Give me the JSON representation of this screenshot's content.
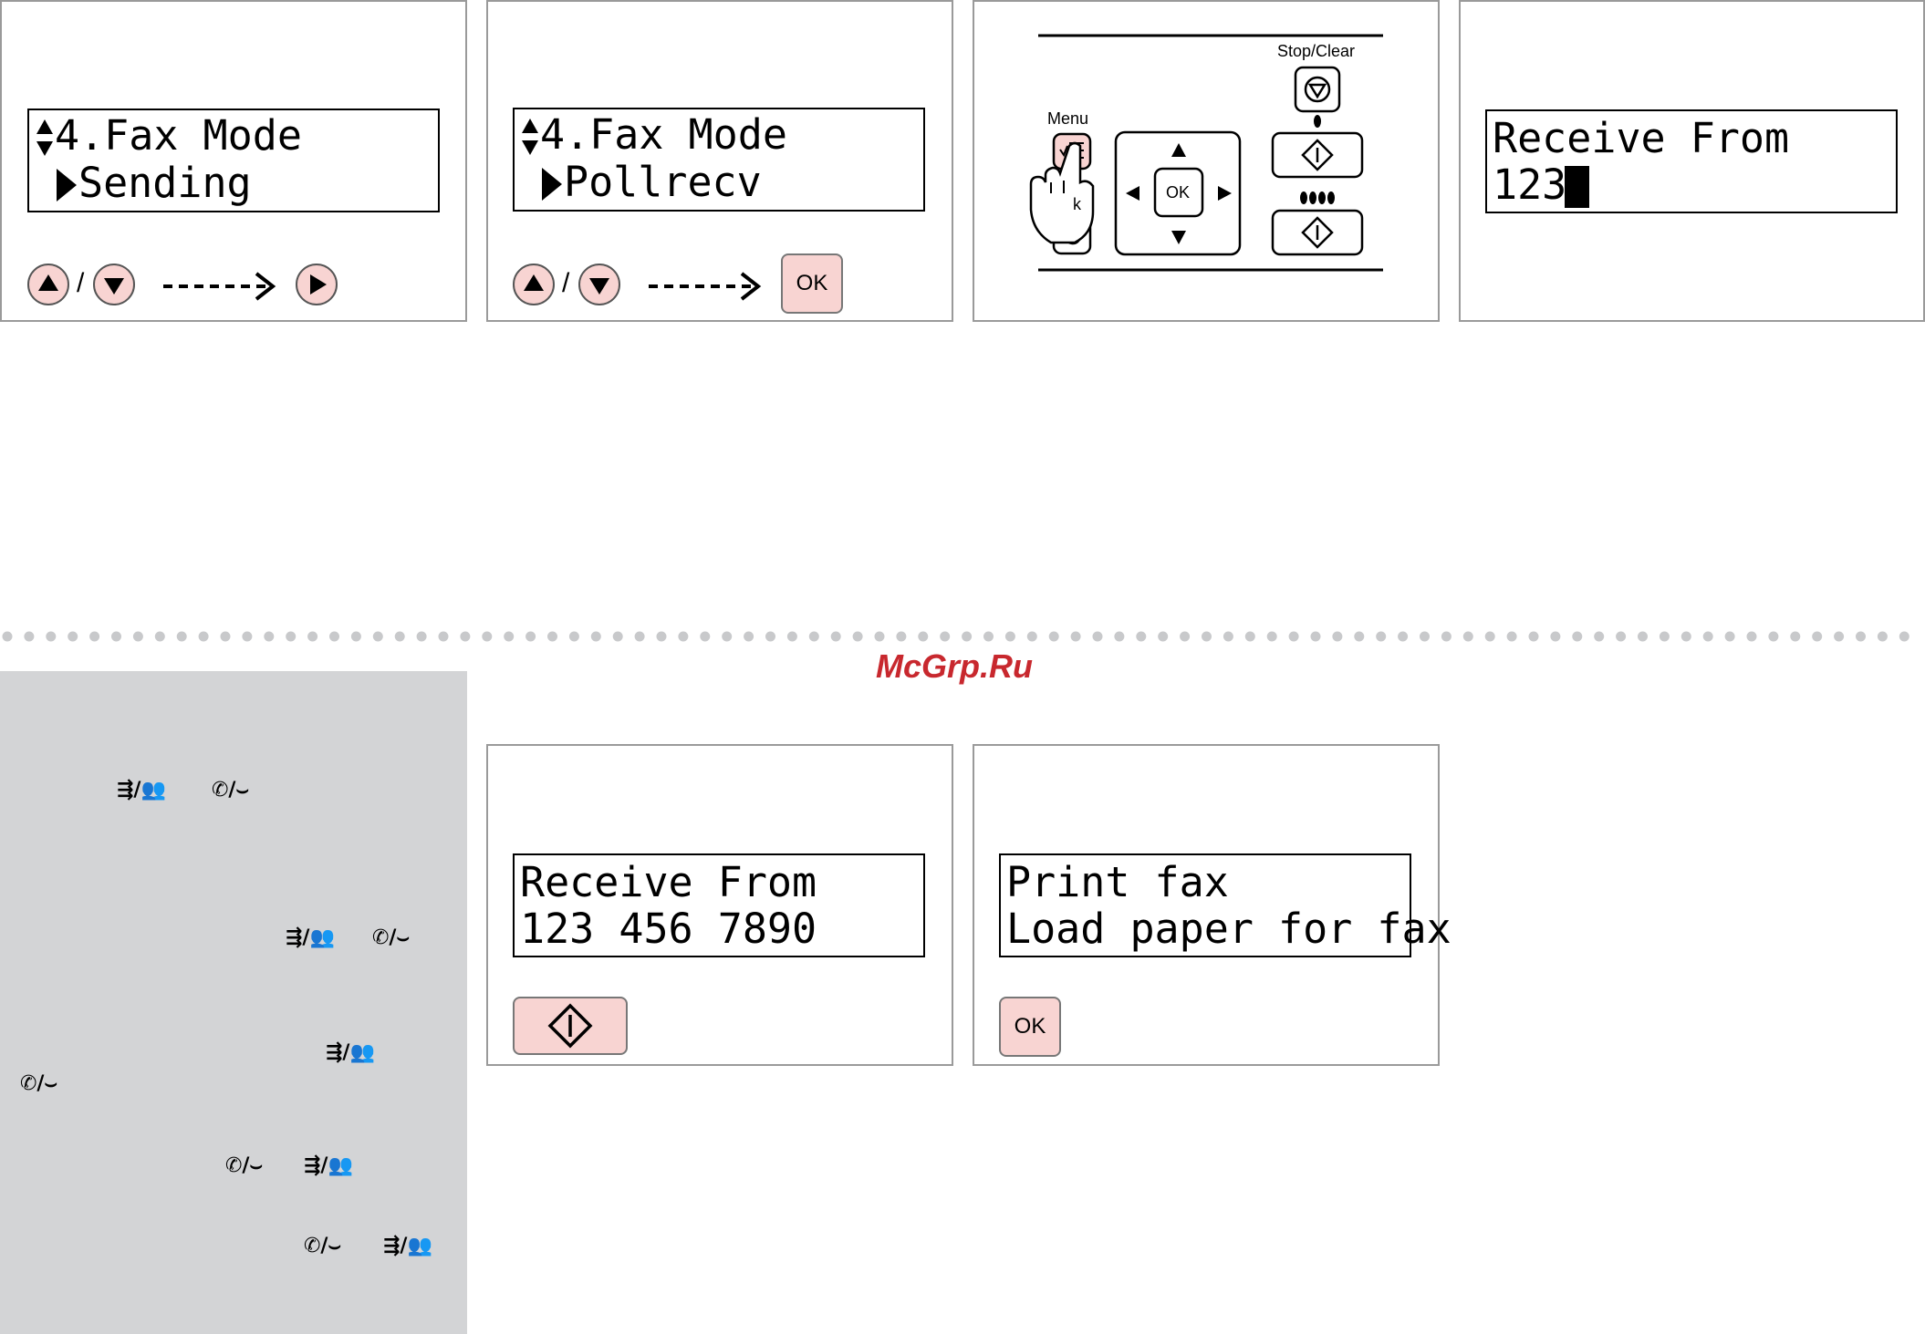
{
  "panel1": {
    "lcd_line1": "4.Fax Mode",
    "lcd_line2": "Sending",
    "separator": "/"
  },
  "panel2": {
    "lcd_line1": "4.Fax Mode",
    "lcd_line2": "Pollrecv",
    "separator": "/",
    "ok_label": "OK"
  },
  "panel3": {
    "stop_clear_label": "Stop/Clear",
    "menu_label": "Menu",
    "ok_label": "OK",
    "back_partial": "k"
  },
  "panel4": {
    "lcd_line1": "Receive From",
    "lcd_line2": "123"
  },
  "panel5": {
    "lcd_line1": "Receive From",
    "lcd_line2": "123 456 7890"
  },
  "panel6": {
    "lcd_line1": "Print fax",
    "lcd_line2": "Load paper for fax",
    "ok_label": "OK"
  },
  "watermark": "McGrp.Ru",
  "sidebar_icons": [
    {
      "text": "⇶/👥",
      "row": 1
    },
    {
      "text": "✆/⌣",
      "row": 1
    },
    {
      "text": "⇶/👥",
      "row": 2
    },
    {
      "text": "✆/⌣",
      "row": 2
    },
    {
      "text": "⇶/👥",
      "row": 3
    },
    {
      "text": "✆/⌣",
      "row": 4
    },
    {
      "text": "✆/⌣",
      "row": 5
    },
    {
      "text": "⇶/👥",
      "row": 5
    },
    {
      "text": "✆/⌣",
      "row": 6
    },
    {
      "text": "⇶/👥",
      "row": 6
    }
  ],
  "colors": {
    "button_fill": "#f8d4d2",
    "sidebar_bg": "#d3d4d6",
    "watermark": "#c8282e",
    "panel_border": "#9a9a9a"
  }
}
